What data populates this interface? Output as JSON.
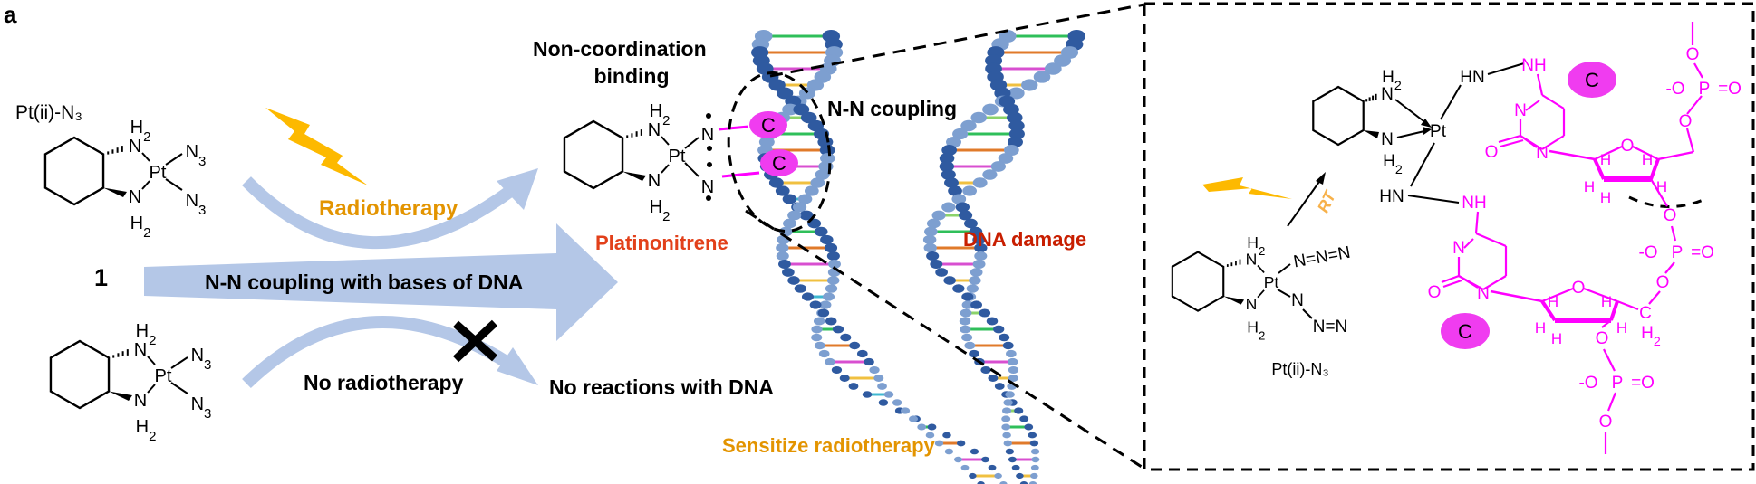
{
  "panel_label": "a",
  "labels": {
    "compound_name": "Pt(ii)-N₃",
    "compound_number": "1",
    "radiotherapy": "Radiotherapy",
    "main_arrow": "N-N coupling with bases of DNA",
    "no_radiotherapy": "No radiotherapy",
    "no_reactions": "No reactions with DNA",
    "non_coordination_line1": "Non-coordination",
    "non_coordination_line2": "binding",
    "platinonitrene": "Platinonitrene",
    "nn_coupling": "N-N coupling",
    "dna_damage": "DNA damage",
    "sensitize": "Sensitize radiotherapy",
    "rt": "RT",
    "inset_compound_name": "Pt(ii)-N₃"
  },
  "atoms": {
    "N": "N",
    "Pt": "Pt",
    "H": "H",
    "sub2": "2",
    "sub3": "3",
    "HN": "HN",
    "NH": "NH",
    "O": "O",
    "P": "P",
    "C": "C",
    "minusO": "-O",
    "eqO": "=O",
    "azide": "N=N=N",
    "NN": "N=N",
    "base_marker": "C"
  },
  "colors": {
    "arrow": "#b4c7e7",
    "radiotherapy": "#e39400",
    "platinonitrene": "#e2401a",
    "dna_damage": "#c81e00",
    "magenta": "#ff00ff",
    "base_fill": "#f03cf0",
    "lightning": "#fdb900",
    "rt": "#f7b14a"
  }
}
